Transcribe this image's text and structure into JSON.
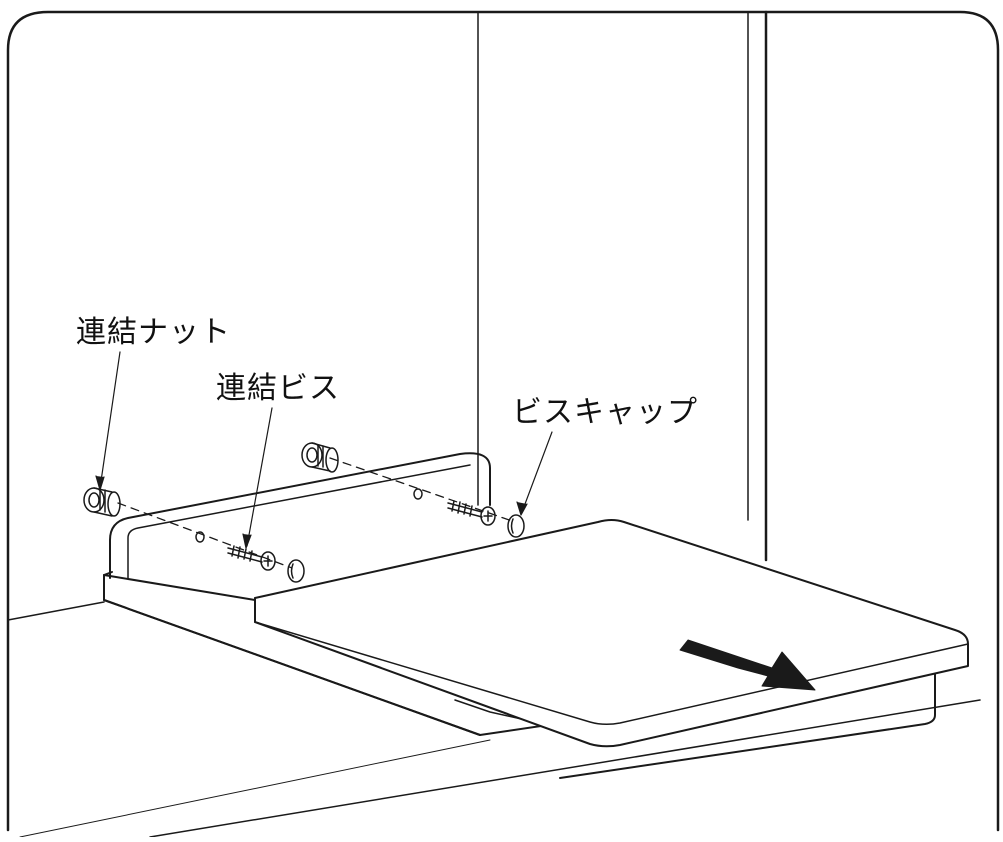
{
  "diagram": {
    "labels": {
      "connecting_nut": "連結ナット",
      "connecting_screw": "連結ビス",
      "screw_cap": "ビスキャップ"
    },
    "colors": {
      "line": "#1a1a1a",
      "background": "#ffffff",
      "arrow": "#1a1a1a"
    },
    "icons": {
      "direction_arrow": "arrow-pull-out-icon"
    }
  }
}
